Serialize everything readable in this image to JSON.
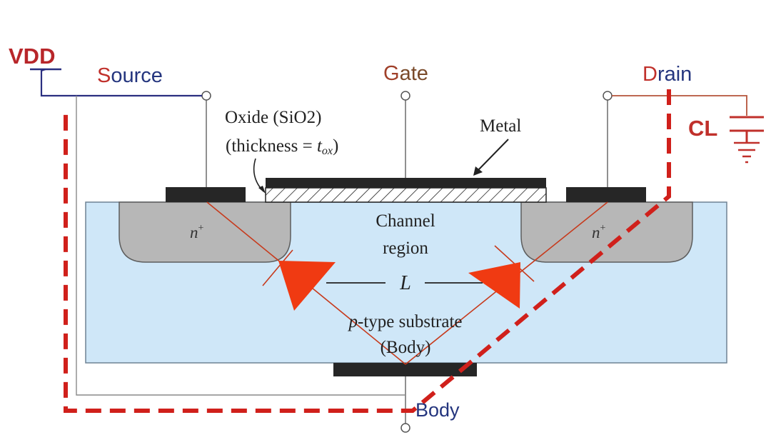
{
  "labels": {
    "vdd": "VDD",
    "source_initial": "S",
    "source_rest": "ource",
    "gate_initial": "G",
    "gate_rest": "ate",
    "drain_initial": "D",
    "drain_rest": "rain",
    "cl": "CL",
    "body": "Body",
    "oxide_line1": "Oxide (SiO2)",
    "oxide_line2_prefix": "(thickness = ",
    "oxide_line2_var": "t",
    "oxide_line2_sub": "ox",
    "oxide_line2_suffix": ")",
    "metal": "Metal",
    "channel_line1": "Channel",
    "channel_line2": "region",
    "length": "L",
    "n_left": "n",
    "n_right": "n",
    "n_superscript": "+",
    "substrate_italic": "p",
    "substrate_rest": "-type substrate",
    "substrate_line2": "(Body)"
  },
  "colors": {
    "substrate_fill": "#cfe7f8",
    "substrate_stroke": "#6f8294",
    "n_region_fill": "#b7b7b7",
    "metal_fill": "#262626",
    "label_blue": "#24357e",
    "label_red": "#c0302b",
    "label_brown": "#7a4a2a",
    "dashed_red": "#d0201b",
    "arrow_fill": "#f03a12",
    "diode_line": "#c73a1c",
    "wire_navy": "#2a2f80",
    "wire_gray": "#8a8a8a",
    "wire_drain": "#b5533a"
  }
}
